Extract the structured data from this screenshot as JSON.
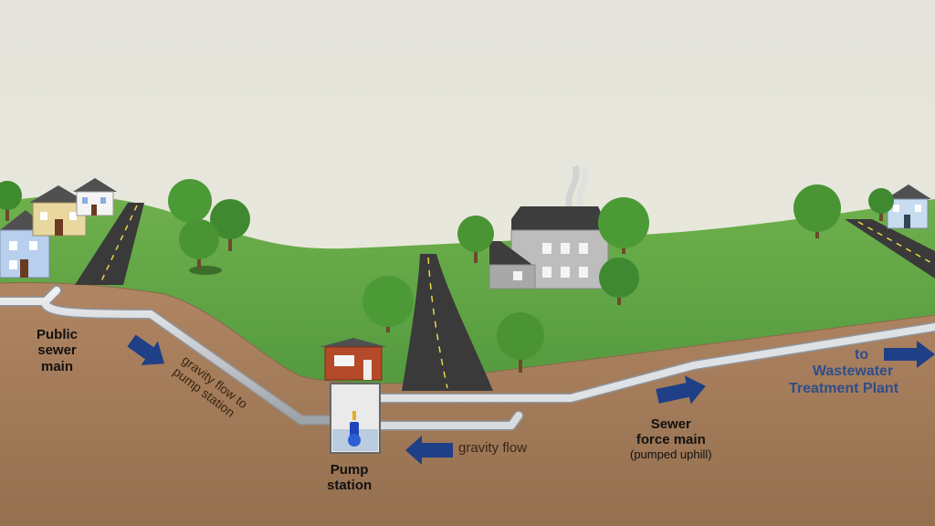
{
  "labels": {
    "public_sewer_main": [
      "Public",
      "sewer",
      "main"
    ],
    "gravity_flow_to_pump": [
      "gravity flow to",
      "pump station"
    ],
    "gravity_flow": "gravity flow",
    "pump_station": [
      "Pump",
      "station"
    ],
    "sewer_force_main": [
      "Sewer",
      "force main"
    ],
    "force_main_note": "(pumped uphill)",
    "to_wastewater": [
      "to",
      "Wastewater",
      "Treatment Plant"
    ]
  },
  "colors": {
    "sky": "#e6e6de",
    "grass": "#4e9a3c",
    "soil": "#a9805d",
    "pipe": "#c8ccd0",
    "arrow": "#1f3f86",
    "road": "#3a3a3a"
  },
  "icons": [
    "house-icon",
    "tree-icon",
    "factory-icon",
    "pump-icon",
    "arrow-icon"
  ]
}
